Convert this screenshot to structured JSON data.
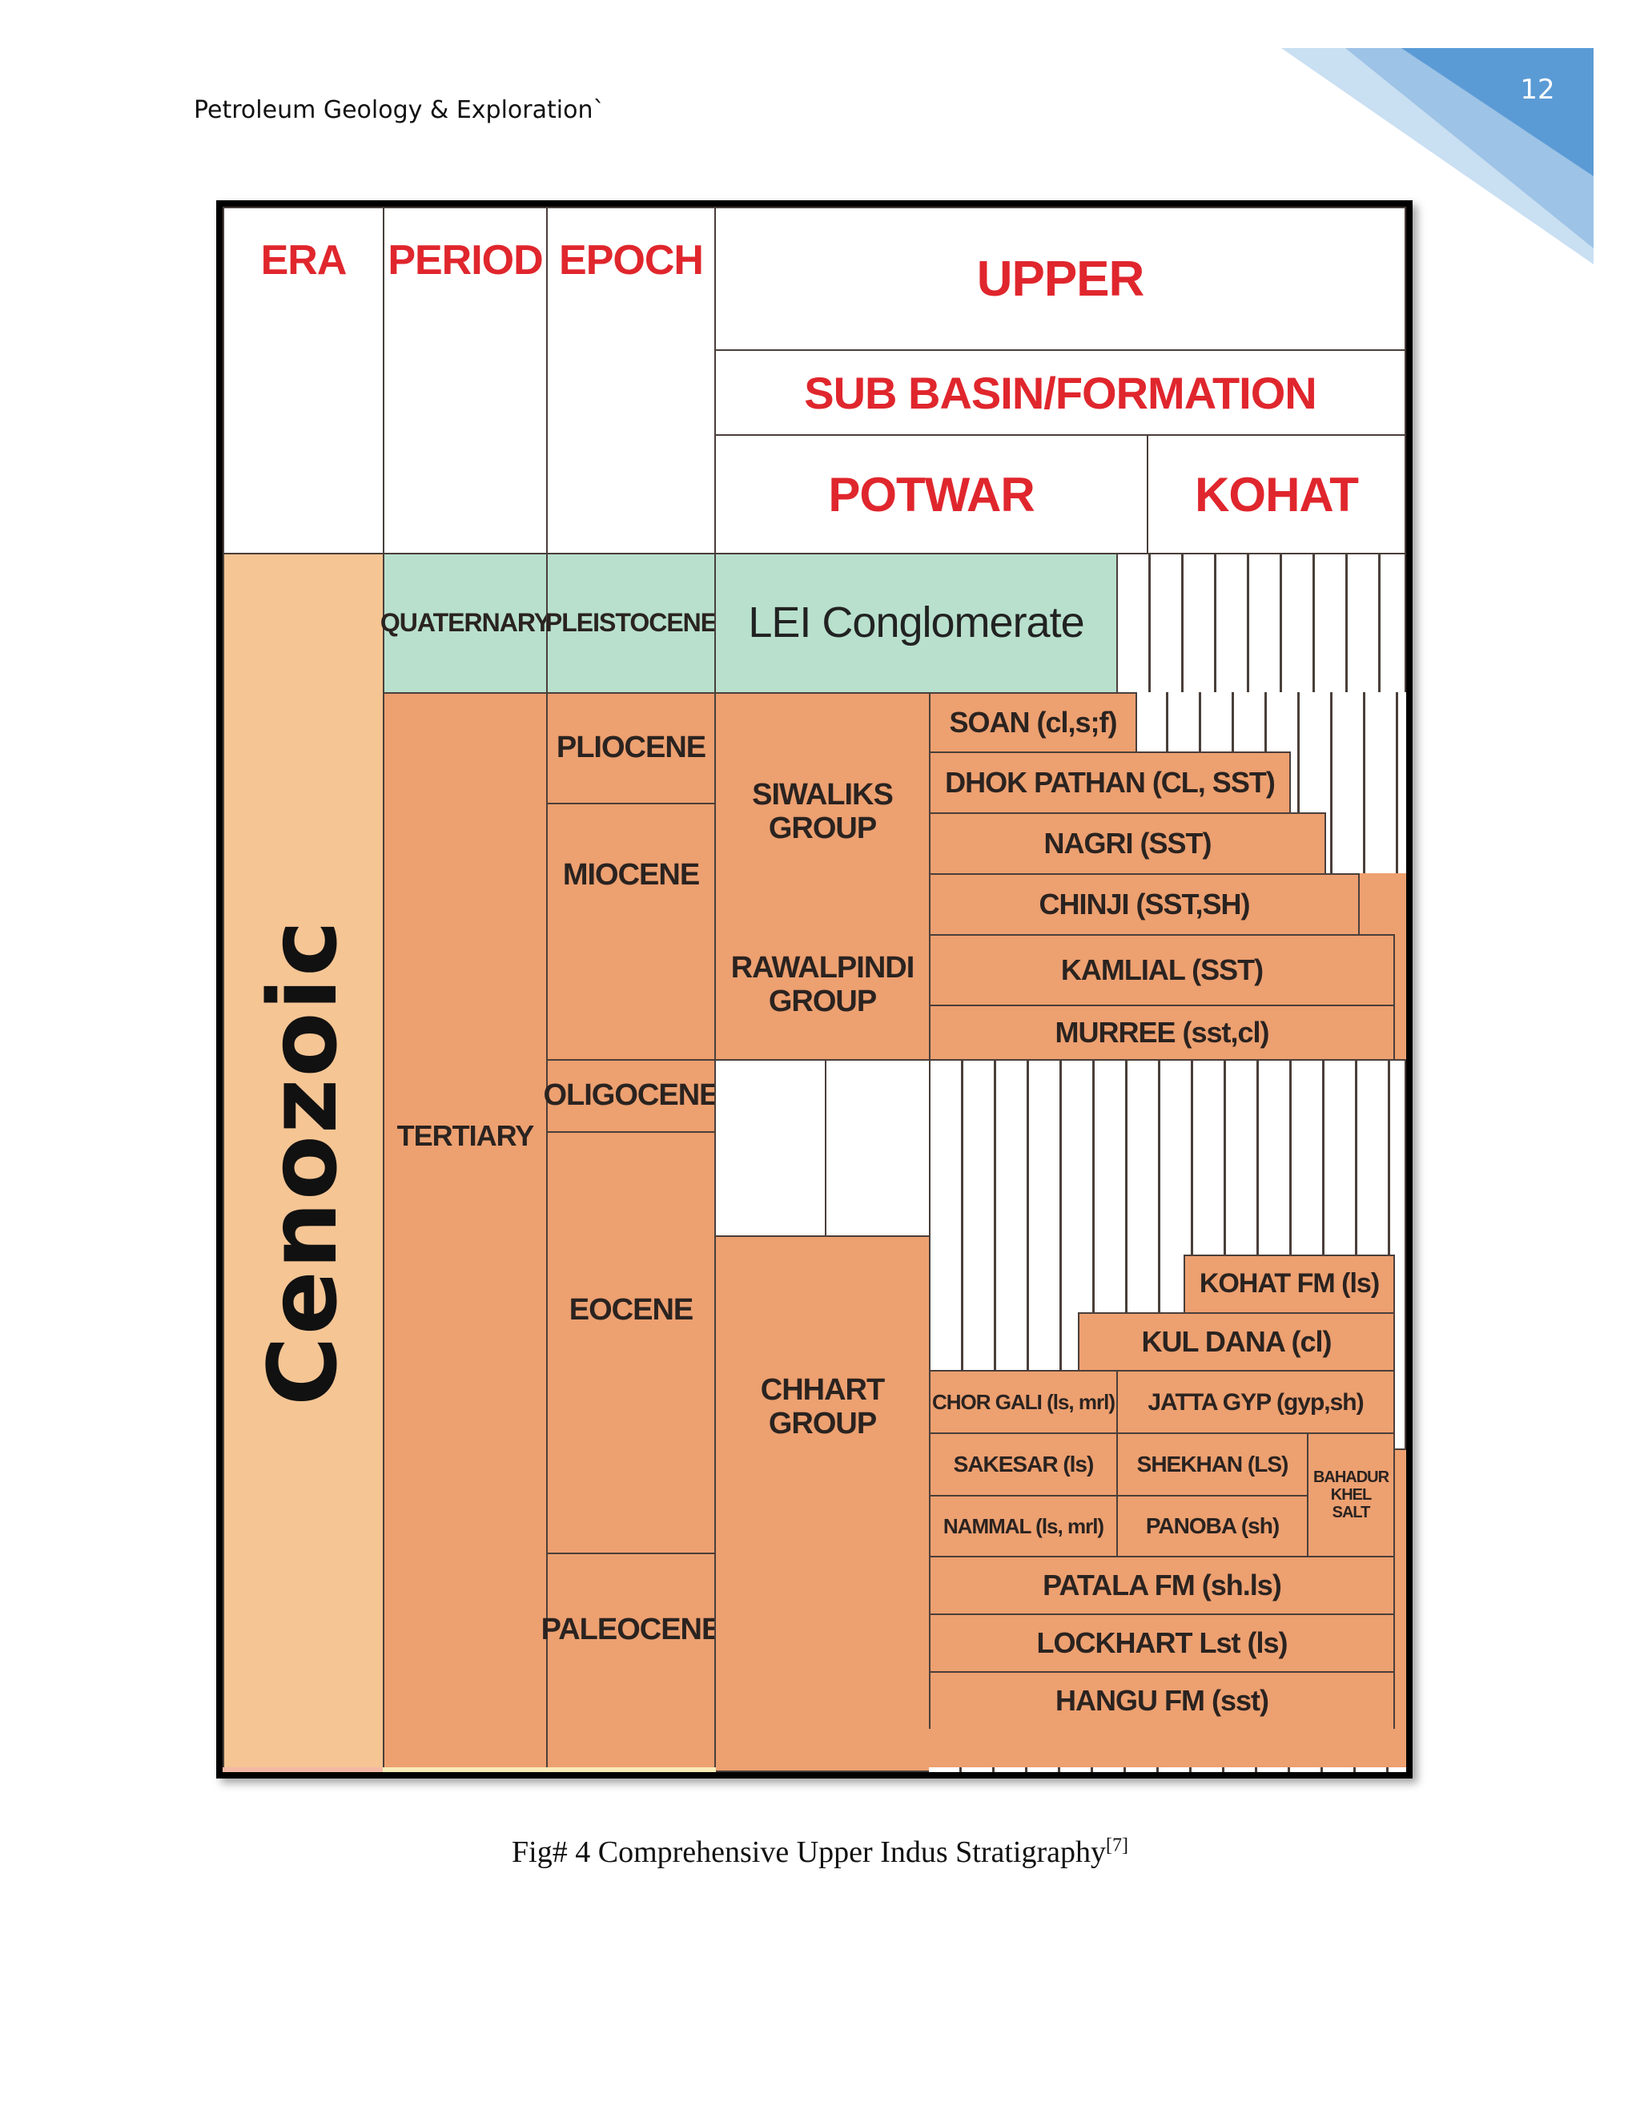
{
  "page": {
    "running_header": "Petroleum Geology & Exploration`",
    "page_number": "12",
    "accent_colors": [
      "#5b9bd5",
      "#9dc3e6",
      "#c9dff2"
    ]
  },
  "figure": {
    "headers": {
      "era": "ERA",
      "period": "PERIOD",
      "epoch": "EPOCH",
      "upper": "UPPER",
      "sub_basin": "SUB BASIN/FORMATION",
      "potwar": "POTWAR",
      "kohat": "KOHAT"
    },
    "era": "Cenozoic",
    "periods": {
      "quaternary": "QUATERNARY",
      "tertiary": "TERTIARY"
    },
    "epochs": {
      "pleistocene": "PLEISTOCENE",
      "pliocene": "PLIOCENE",
      "miocene": "MIOCENE",
      "oligocene": "OLIGOCENE",
      "eocene": "EOCENE",
      "paleocene": "PALEOCENE"
    },
    "groups": {
      "siwaliks": "SIWALIKS GROUP",
      "rawalpindi": "RAWALPINDI GROUP",
      "chhart": "CHHART GROUP"
    },
    "formations": {
      "lei": "LEI Conglomerate",
      "soan": "SOAN (cl,s;f)",
      "dhok_pathan": "DHOK PATHAN (CL, SST)",
      "nagri": "NAGRI (SST)",
      "chinji": "CHINJI (SST,SH)",
      "kamlial": "KAMLIAL (SST)",
      "murree": "MURREE (sst,cl)",
      "kohat_fm": "KOHAT FM (ls)",
      "kul_dana": "KUL DANA (cl)",
      "chor_gali": "CHOR GALI (ls, mrl)",
      "jatta_gyp": "JATTA GYP (gyp,sh)",
      "sakesar": "SAKESAR (ls)",
      "shekhan": "SHEKHAN (LS)",
      "bahadur_khel": "BAHADUR KHEL SALT",
      "nammal": "NAMMAL (ls, mrl)",
      "panoba": "PANOBA (sh)",
      "patala": "PATALA FM (sh.ls)",
      "lockhart": "LOCKHART Lst (ls)",
      "hangu": "HANGU FM (sst)"
    },
    "colors": {
      "header_red": "#e0262d",
      "orange": "#eda070",
      "green": "#b8e0cd",
      "peach": "#f5c594"
    }
  },
  "caption": {
    "text": "Fig# 4 Comprehensive Upper Indus Stratigraphy",
    "ref": "[7]"
  }
}
